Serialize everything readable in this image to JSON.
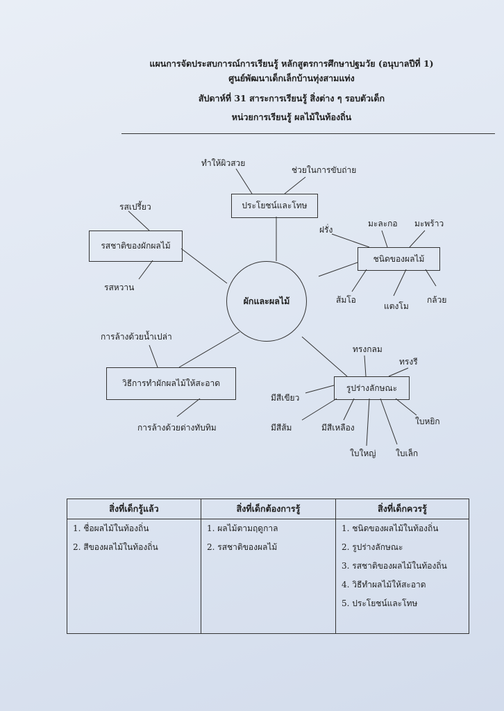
{
  "header": {
    "line1": "แผนการจัดประสบการณ์การเรียนรู้ หลักสูตรการศึกษาปฐมวัย (อนุบาลปีที่ 1)",
    "line2": "ศูนย์พัฒนาเด็กเล็กบ้านทุ่งสามแท่ง",
    "line3": "สัปดาห์ที่  31  สาระการเรียนรู้  สิ่งต่าง ๆ รอบตัวเด็ก",
    "line4": "หน่วยการเรียนรู้  ผลไม้ในท้องถิ่น"
  },
  "mindmap": {
    "center": "ผักและผลไม้",
    "benefit": {
      "label": "ประโยชน์และโทษ",
      "items": [
        "ทำให้ผิวสวย",
        "ช่วยในการขับถ่าย"
      ]
    },
    "taste": {
      "label": "รสชาติของผักผลไม้",
      "items": [
        "รสเปรี้ยว",
        "รสหวาน"
      ]
    },
    "types": {
      "label": "ชนิดของผลไม้",
      "items": [
        "ฝรั่ง",
        "มะละกอ",
        "มะพร้าว",
        "ส้มโอ",
        "แตงโม",
        "กล้วย"
      ]
    },
    "clean": {
      "label": "วิธีการทำผักผลไม้ให้สะอาด",
      "items": [
        "การล้างด้วยน้ำเปล่า",
        "การล้างด้วยด่างทับทิม"
      ]
    },
    "shape": {
      "label": "รูปร่างลักษณะ",
      "items": [
        "ทรงกลม",
        "ทรงรี",
        "มีสีเขียว",
        "มีสีส้ม",
        "มีสีเหลือง",
        "ใบใหญ่",
        "ใบเล็ก",
        "ใบหยิก"
      ]
    }
  },
  "table": {
    "headers": [
      "สิ่งที่เด็กรู้แล้ว",
      "สิ่งที่เด็กต้องการรู้",
      "สิ่งที่เด็กควรรู้"
    ],
    "col1": [
      "1. ชื่อผลไม้ในท้องถิ่น",
      "2. สีของผลไม้ในท้องถิ่น"
    ],
    "col2": [
      "1. ผลไม้ตามฤดูกาล",
      "2. รสชาติของผลไม้"
    ],
    "col3": [
      "1. ชนิดของผลไม้ในท้องถิ่น",
      "2. รูปร่างลักษณะ",
      "3. รสชาติของผลไม้ในท้องถิ่น",
      "4. วิธีทำผลไม้ให้สะอาด",
      "5. ประโยชน์และโทษ"
    ]
  }
}
